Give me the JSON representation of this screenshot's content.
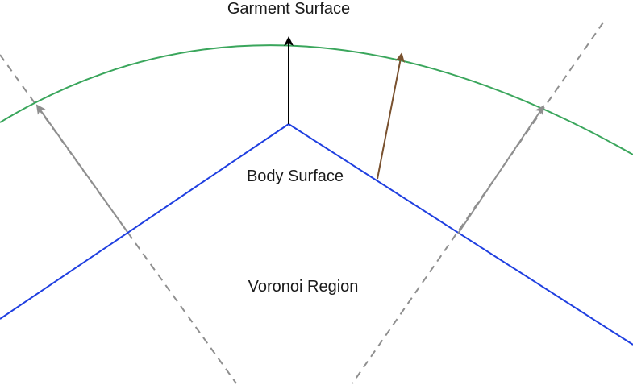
{
  "labels": {
    "garment_surface": "Garment Surface",
    "body_surface": "Body Surface",
    "voronoi_region": "Voronoi Region"
  },
  "colors": {
    "garment_surface": "#3aa65c",
    "body_surface": "#1f3fe0",
    "normal_arrow": "#000000",
    "offset_arrow": "#7a5230",
    "ray_arrow": "#8f8f8f",
    "boundary_dashed": "#8f8f8f",
    "label_text": "#1a1a1a"
  }
}
